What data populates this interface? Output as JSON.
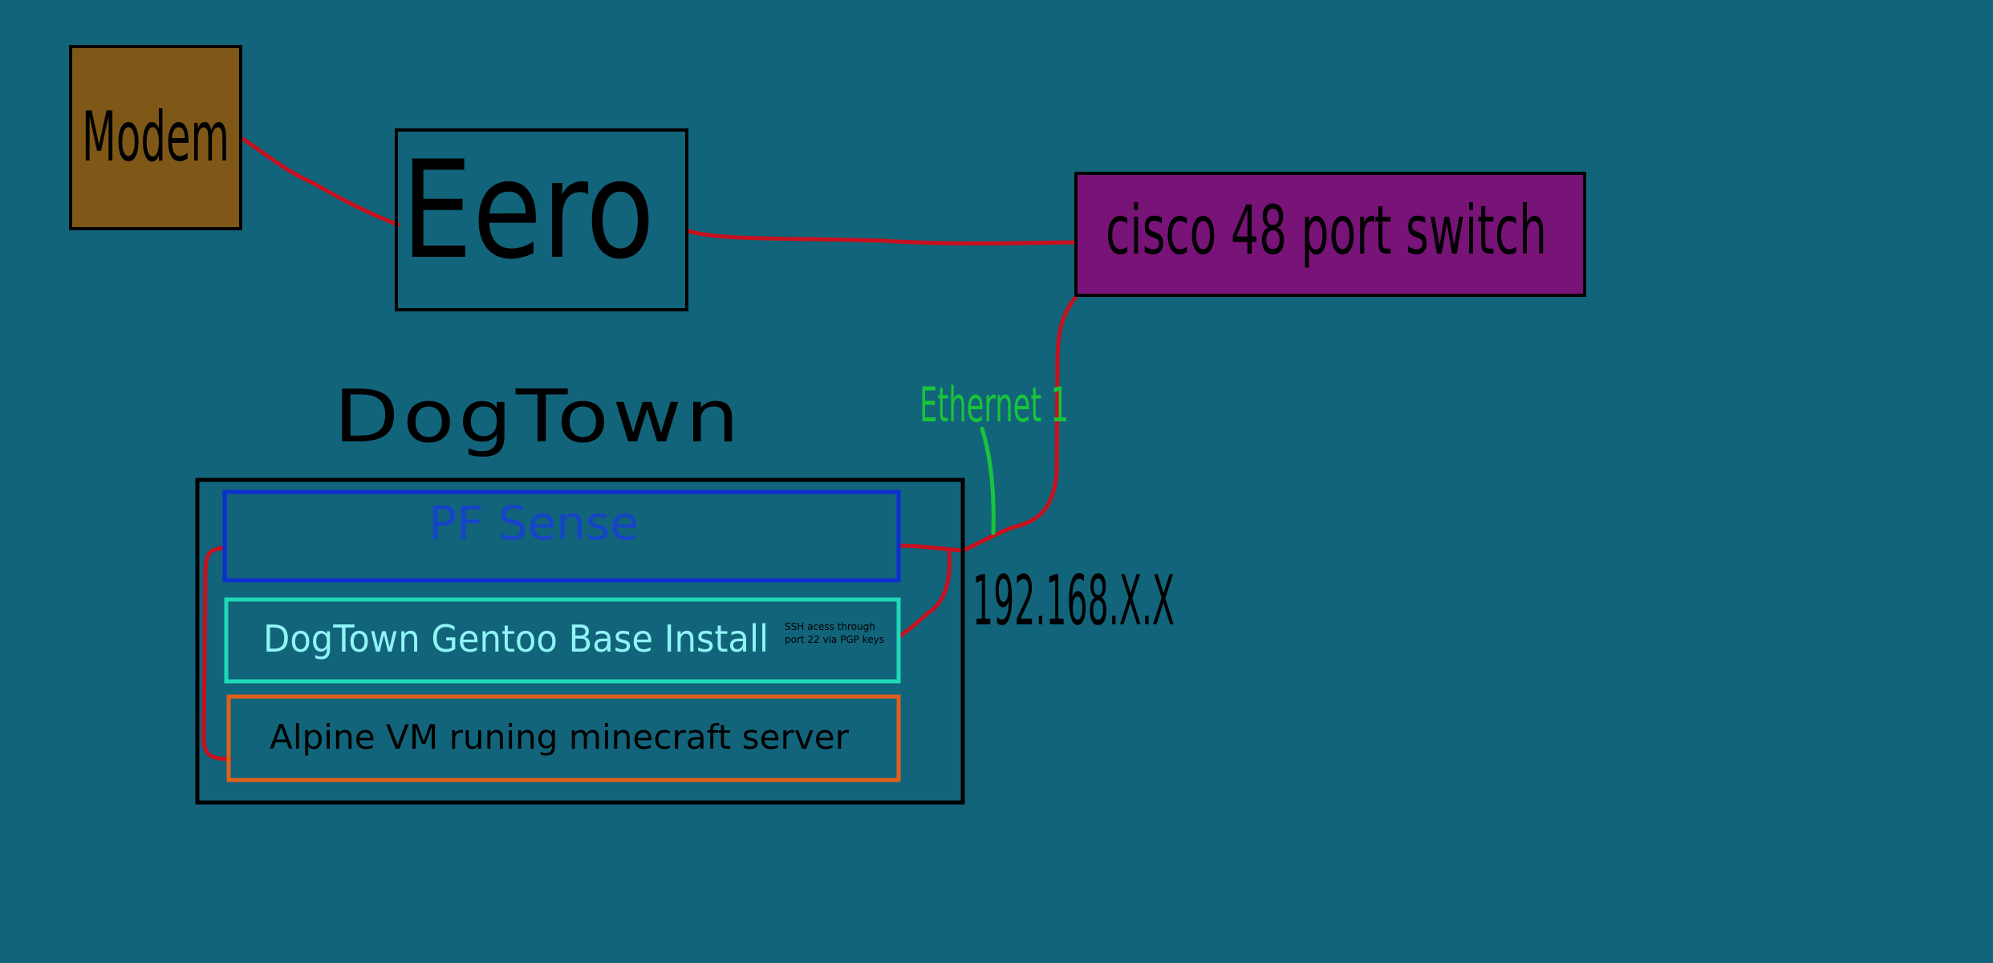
{
  "background_color": "#12647a",
  "nodes": {
    "modem": {
      "label": "Modem",
      "fill": "#7f5817"
    },
    "eero": {
      "label": "Eero"
    },
    "switch": {
      "label": "cisco 48 port switch",
      "fill": "#781377"
    },
    "dogtown": {
      "title": "DogTown",
      "pfsense": {
        "label": "PF Sense",
        "color": "#0b2fd0",
        "text_color": "#1544c8"
      },
      "gentoo": {
        "label": "DogTown Gentoo Base Install",
        "color": "#1fd9b7",
        "text_color": "#8ff4f6"
      },
      "ssh_note": {
        "line1": "SSH acess through",
        "line2": "port 22 via PGP keys"
      },
      "alpine": {
        "label": "Alpine VM runing minecraft server",
        "color": "#e0601a"
      }
    }
  },
  "annotations": {
    "ethernet": {
      "label": "Ethernet 1",
      "color": "#19c43a"
    },
    "ip": {
      "label": "192.168.X.X"
    }
  },
  "colors": {
    "outline": "#000000",
    "link": "#c8101e"
  }
}
